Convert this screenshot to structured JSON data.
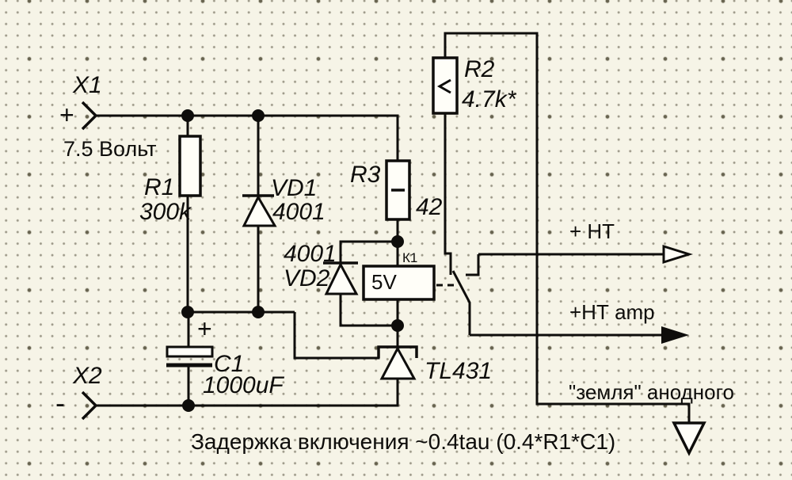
{
  "schematic": {
    "colors": {
      "background": "#f6f4e7",
      "line": "#0e0d0b",
      "component_fill": "#fffef8"
    },
    "connectors": {
      "x1": {
        "ref": "X1",
        "polarity": "+",
        "voltage": "7.5 Вольт"
      },
      "x2": {
        "ref": "X2",
        "polarity": "-"
      }
    },
    "components": {
      "r1": {
        "ref": "R1",
        "value": "300k"
      },
      "r2": {
        "ref": "R2",
        "value": "4.7k*"
      },
      "r3": {
        "ref": "R3",
        "value": "42"
      },
      "vd1": {
        "ref": "VD1",
        "value": "4001"
      },
      "vd2": {
        "ref": "VD2",
        "value": "4001"
      },
      "c1": {
        "ref": "C1",
        "value": "1000uF",
        "polarity": "+"
      },
      "relay": {
        "ref": "К1",
        "coil_value": "5V"
      },
      "u1": {
        "ref": "TL431"
      }
    },
    "outputs": {
      "ht": "+ НТ",
      "ht_amp": "+НТ amp",
      "gnd": "\"земля\" анодного"
    },
    "note": "Задержка включения ~0.4tau (0.4*R1*C1)"
  }
}
